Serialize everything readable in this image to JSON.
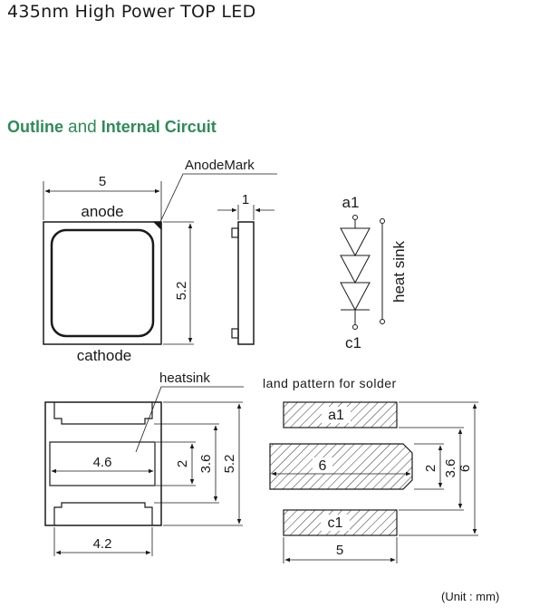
{
  "header": {
    "title": "435nm High Power TOP LED"
  },
  "section": {
    "outline": "Outline",
    "and": "and",
    "circuit": "Internal Circuit"
  },
  "top_view": {
    "width_dim": "5",
    "height_dim": "5.2",
    "anode": "anode",
    "cathode": "cathode",
    "anode_mark": "AnodeMark"
  },
  "side_view": {
    "thickness_dim": "1"
  },
  "circuit": {
    "a1": "a1",
    "c1": "c1",
    "heat_sink": "heat sink"
  },
  "bottom_view": {
    "heatsink": "heatsink",
    "pad_width": "4.6",
    "width_dim": "4.2",
    "h_2": "2",
    "h_36": "3.6",
    "h_52": "5.2"
  },
  "land_pattern": {
    "title": "land pattern for solder",
    "a1": "a1",
    "center": "6",
    "c1": "c1",
    "width_dim": "5",
    "h_2": "2",
    "h_36": "3.6",
    "h_6": "6"
  },
  "footer": {
    "unit": "(Unit : mm)"
  },
  "colors": {
    "heading_green": "#2e8b57",
    "line": "#1a1a1a"
  }
}
